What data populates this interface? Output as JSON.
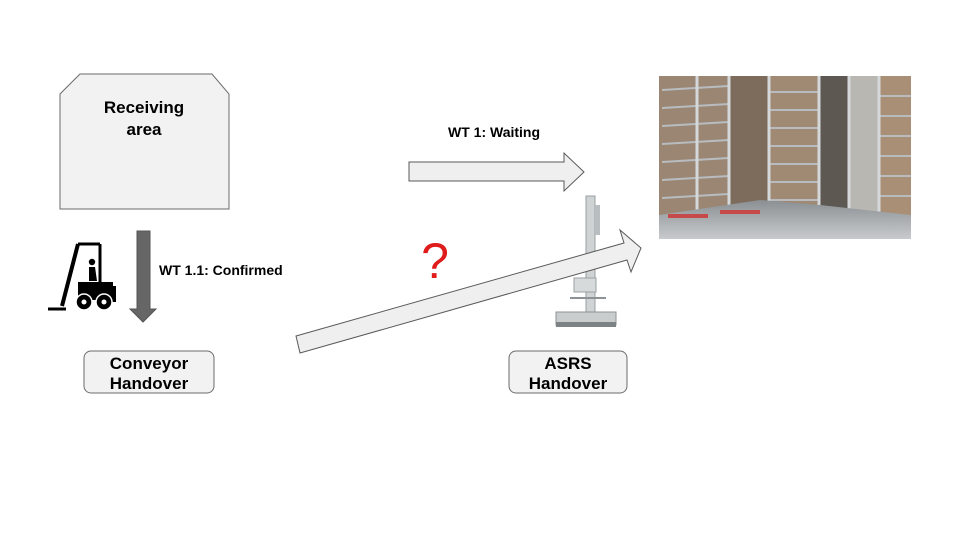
{
  "receiving_area": {
    "line1": "Receiving",
    "line2": "area"
  },
  "task_waiting": "WT 1: Waiting",
  "task_confirmed": "WT 1.1: Confirmed",
  "question_mark": "?",
  "conveyor_handover": {
    "line1": "Conveyor",
    "line2": "Handover"
  },
  "asrs_handover": {
    "line1": "ASRS",
    "line2": "Handover"
  },
  "icons": {
    "forklift": "forklift-icon",
    "stacker": "stacker-crane-image",
    "warehouse": "warehouse-photo"
  },
  "colors": {
    "box_fill": "#f2f2f2",
    "box_stroke": "#6b6b6b",
    "arrow_dark": "#666666",
    "question": "#e01b1b"
  }
}
